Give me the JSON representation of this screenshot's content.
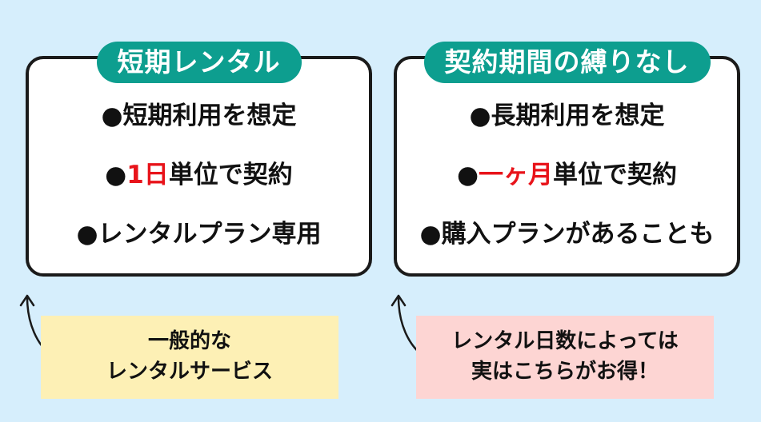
{
  "left_card": {
    "title": "短期レンタル",
    "items": [
      {
        "bullet": "●",
        "pre": "",
        "highlight": "",
        "text": "短期利用を想定"
      },
      {
        "bullet": "●",
        "pre": "",
        "highlight": "1日",
        "text": "単位で契約"
      },
      {
        "bullet": "●",
        "pre": "",
        "highlight": "",
        "text": "レンタルプラン専用"
      }
    ]
  },
  "right_card": {
    "title": "契約期間の縛りなし",
    "items": [
      {
        "bullet": "●",
        "highlight": "",
        "text": "長期利用を想定"
      },
      {
        "bullet": "●",
        "highlight": "一ヶ月",
        "text": "単位で契約"
      },
      {
        "bullet": "●",
        "highlight": "",
        "text": "購入プランがあることも"
      }
    ]
  },
  "left_note": {
    "line1": "一般的な",
    "line2": "レンタルサービス"
  },
  "right_note": {
    "line1": "レンタル日数によっては",
    "line2": "実はこちらがお得！"
  },
  "colors": {
    "background": "#d6eefc",
    "title_pill": "#0d9e8f",
    "highlight": "#e8131a",
    "left_note_bg": "#fdf0b5",
    "right_note_bg": "#fdd5d3"
  },
  "icons": [
    "arrow-up-curved-icon"
  ]
}
